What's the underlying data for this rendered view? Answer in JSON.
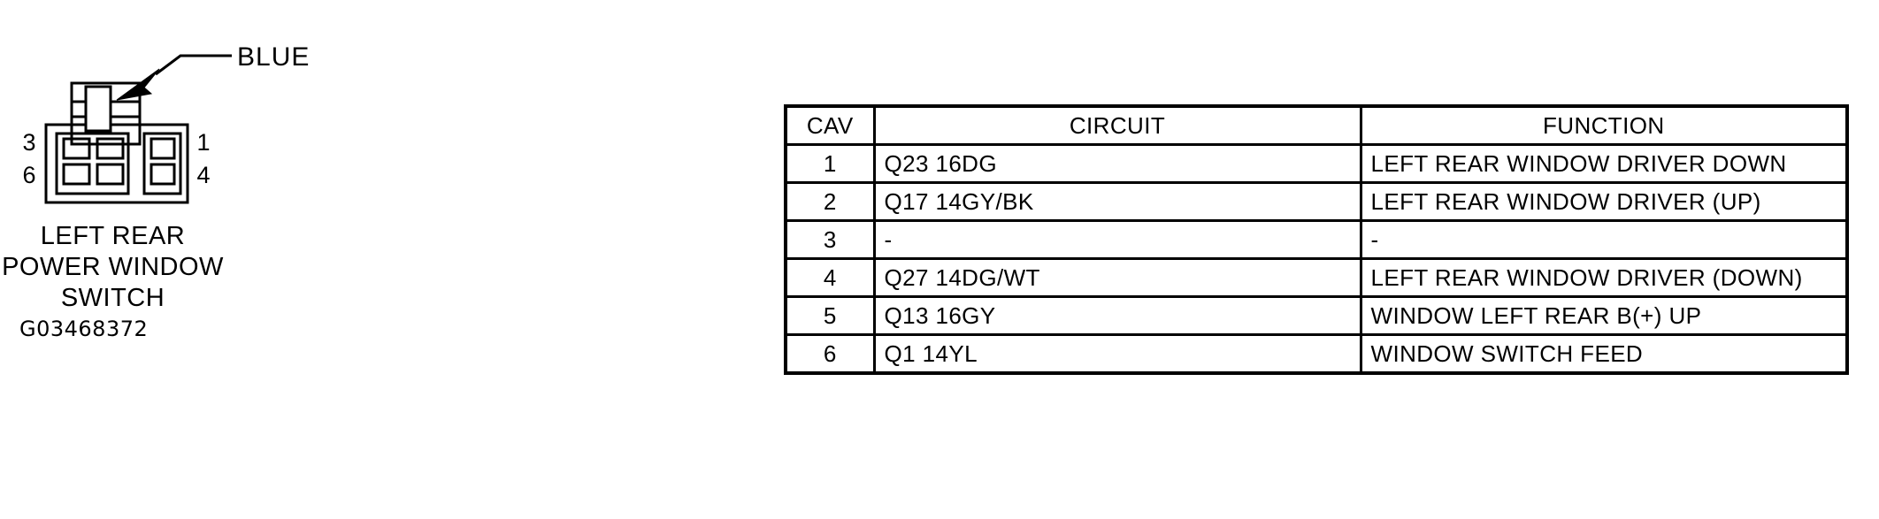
{
  "diagram": {
    "id_code": "G03468372",
    "wire_color_callout": "BLUE",
    "caption_lines": [
      "LEFT REAR",
      "POWER WINDOW",
      "SWITCH"
    ],
    "cavity_labels": {
      "top_left": "3",
      "bottom_left": "6",
      "top_right": "1",
      "bottom_right": "4"
    },
    "colors": {
      "ink": "#000000",
      "background": "#ffffff"
    }
  },
  "table": {
    "headers": [
      "CAV",
      "CIRCUIT",
      "FUNCTION"
    ],
    "rows": [
      {
        "cav": "1",
        "circuit": "Q23 16DG",
        "function": "LEFT REAR WINDOW DRIVER DOWN"
      },
      {
        "cav": "2",
        "circuit": "Q17 14GY/BK",
        "function": "LEFT REAR WINDOW DRIVER (UP)"
      },
      {
        "cav": "3",
        "circuit": "-",
        "function": "-"
      },
      {
        "cav": "4",
        "circuit": "Q27 14DG/WT",
        "function": "LEFT REAR WINDOW DRIVER (DOWN)"
      },
      {
        "cav": "5",
        "circuit": "Q13 16GY",
        "function": "WINDOW LEFT REAR B(+) UP"
      },
      {
        "cav": "6",
        "circuit": "Q1 14YL",
        "function": "WINDOW SWITCH FEED"
      }
    ]
  }
}
